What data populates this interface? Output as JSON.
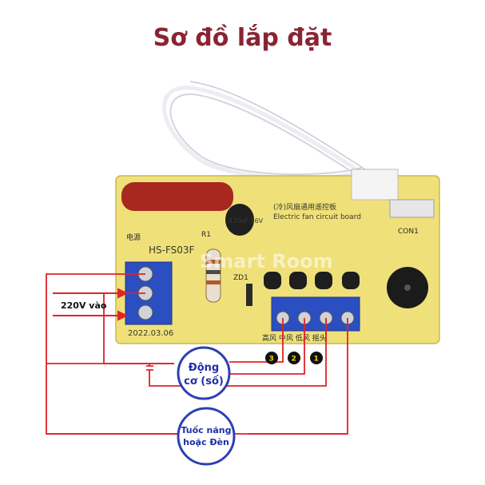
{
  "title": "Sơ đồ lắp đặt",
  "board": {
    "model": "HS-FS03F",
    "date": "2022.03.06",
    "name_cn": "(冷)风扇通用遥控板",
    "name_en": "Electric fan circuit board",
    "connector": "CON1",
    "capacitor": "470uF 16V",
    "zd": "ZD1",
    "r_label": "R1",
    "power_label": "电源",
    "speed_labels": "高风 中风 低风 摇头",
    "watermark": "Smart Room"
  },
  "labels": {
    "input_voltage": "220V vào",
    "motor_line1": "Động",
    "motor_line2": "cơ (số)",
    "lamp_line1": "Tuốc năng",
    "lamp_line2": "hoặc Đèn"
  },
  "badges": [
    "3",
    "2",
    "1"
  ],
  "colors": {
    "title": "#8a2432",
    "wire": "#e0222a",
    "circle_text": "#1f2fa8",
    "pcb": "#efe07a",
    "terminal": "#2b4fc0"
  }
}
